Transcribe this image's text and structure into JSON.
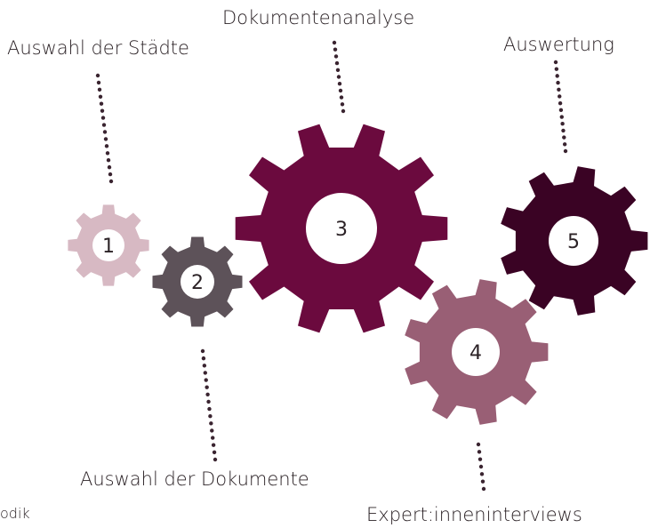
{
  "steps": [
    {
      "number": "1",
      "label": "Auswahl der Städte",
      "color": "#d7b9c3"
    },
    {
      "number": "2",
      "label": "Auswahl der Dokumente",
      "color": "#5d5259"
    },
    {
      "number": "3",
      "label": "Dokumentenanalyse",
      "color": "#6b0a3e"
    },
    {
      "number": "4",
      "label": "Expert:inneninterviews",
      "color": "#995f75"
    },
    {
      "number": "5",
      "label": "Auswertung",
      "color": "#3a0324"
    }
  ],
  "footer_fragment": "odik",
  "dot_color": "#3a2430"
}
